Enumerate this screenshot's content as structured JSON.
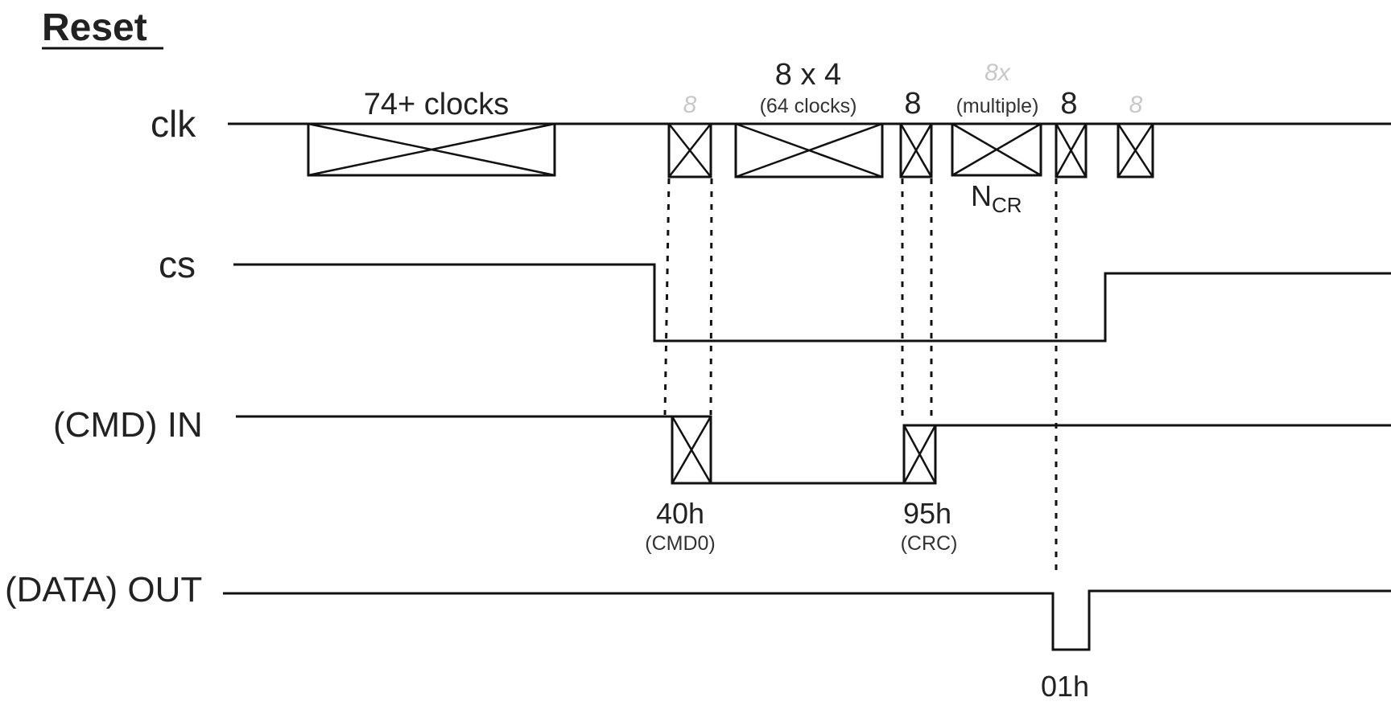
{
  "title": "Reset",
  "signals": {
    "clk": "clk",
    "cs": "cs",
    "cmd_in": "(CMD) IN",
    "data_out": "(DATA) OUT"
  },
  "annotations": {
    "clocks_74": "74+ clocks",
    "ghost_8_a": "8",
    "bytes_8x4": "8 x 4",
    "clocks_64": "(64 clocks)",
    "crc_8": "8",
    "ghost_8x": "8x",
    "multiple": "(multiple)",
    "ncr_main": "N",
    "ncr_sub": "CR",
    "resp_8": "8",
    "ghost_8_b": "8"
  },
  "values": {
    "cmd0_hex": "40h",
    "cmd0_name": "(CMD0)",
    "crc_hex": "95h",
    "crc_name": "(CRC)",
    "response_hex": "01h"
  }
}
